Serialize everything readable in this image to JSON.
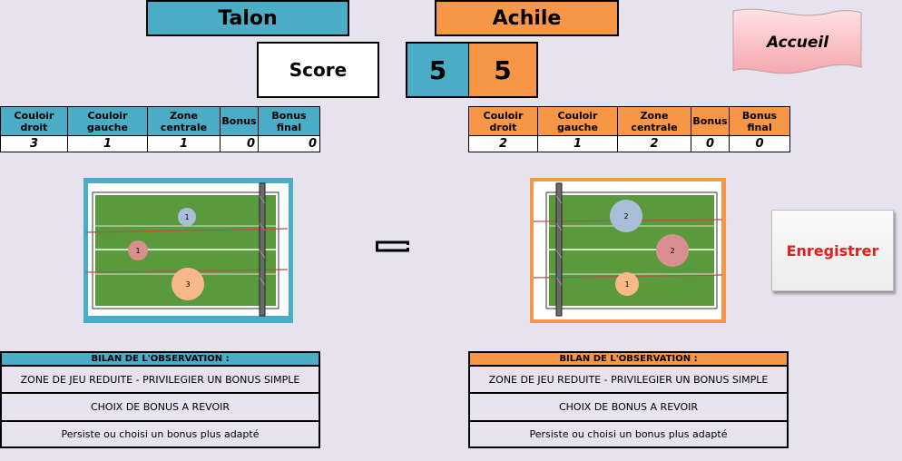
{
  "players": {
    "left": {
      "name": "Talon",
      "score": "5"
    },
    "right": {
      "name": "Achile",
      "score": "5"
    }
  },
  "score_label": "Score",
  "nav": {
    "accueil_label": "Accueil",
    "enregistrer_label": "Enregistrer"
  },
  "stats": {
    "headers": [
      "Couloir droit",
      "Couloir gauche",
      "Zone centrale",
      "Bonus",
      "Bonus final"
    ],
    "left_values": [
      "3",
      "1",
      "1",
      "0",
      "0"
    ],
    "right_values": [
      "2",
      "1",
      "2",
      "0",
      "0"
    ]
  },
  "fields": {
    "left": [
      {
        "label": "1",
        "color": "#a9bfd9"
      },
      {
        "label": "1",
        "color": "#d98f8f"
      },
      {
        "label": "3",
        "color": "#f7b98a"
      }
    ],
    "right": [
      {
        "label": "2",
        "color": "#a9bfd9"
      },
      {
        "label": "2",
        "color": "#d98f8f"
      },
      {
        "label": "1",
        "color": "#f7b98a"
      }
    ]
  },
  "bilan": {
    "title": "BILAN DE L'OBSERVATION :",
    "left": [
      "ZONE DE JEU REDUITE - PRIVILEGIER UN BONUS SIMPLE",
      "CHOIX DE BONUS A REVOIR",
      "Persiste ou choisi un bonus plus adapté"
    ],
    "right": [
      "ZONE DE JEU REDUITE - PRIVILEGIER UN BONUS SIMPLE",
      "CHOIX DE BONUS A REVOIR",
      "Persiste ou choisi un bonus plus adapté"
    ]
  },
  "colors": {
    "blue": "#4bacc6",
    "orange": "#f79646",
    "court_green": "#5b9a3c",
    "background": "#e6e2ee"
  }
}
